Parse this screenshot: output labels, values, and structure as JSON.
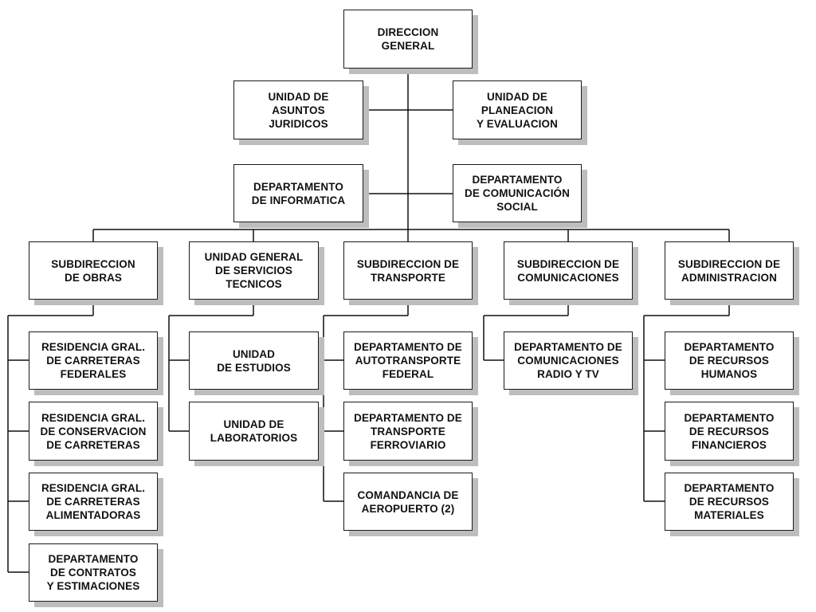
{
  "org_chart": {
    "direccion_general": "DIRECCION\nGENERAL",
    "asuntos_juridicos": "UNIDAD DE\nASUNTOS\nJURIDICOS",
    "planeacion": "UNIDAD DE\nPLANEACION\nY EVALUACION",
    "informatica": "DEPARTAMENTO\nDE INFORMATICA",
    "comunicacion_social": "DEPARTAMENTO\nDE COMUNICACIÓN\nSOCIAL",
    "sub_obras": "SUBDIRECCION\nDE OBRAS",
    "servicios_tecnicos": "UNIDAD GENERAL\nDE SERVICIOS\nTECNICOS",
    "sub_transporte": "SUBDIRECCION DE\nTRANSPORTE",
    "sub_comunicaciones": "SUBDIRECCION DE\nCOMUNICACIONES",
    "sub_administracion": "SUBDIRECCION DE\nADMINISTRACION",
    "obras": [
      "RESIDENCIA GRAL.\nDE CARRETERAS\nFEDERALES",
      "RESIDENCIA GRAL.\nDE CONSERVACION\nDE CARRETERAS",
      "RESIDENCIA GRAL.\nDE CARRETERAS\nALIMENTADORAS",
      "DEPARTAMENTO\nDE CONTRATOS\nY ESTIMACIONES"
    ],
    "servicios": [
      "UNIDAD\nDE ESTUDIOS",
      "UNIDAD DE\nLABORATORIOS"
    ],
    "transporte": [
      "DEPARTAMENTO DE\nAUTOTRANSPORTE\nFEDERAL",
      "DEPARTAMENTO DE\nTRANSPORTE\nFERROVIARIO",
      "COMANDANCIA DE\nAEROPUERTO (2)"
    ],
    "comunicaciones": [
      "DEPARTAMENTO DE\nCOMUNICACIONES\nRADIO Y TV"
    ],
    "administracion": [
      "DEPARTAMENTO\nDE RECURSOS\nHUMANOS",
      "DEPARTAMENTO\nDE RECURSOS\nFINANCIEROS",
      "DEPARTAMENTO\nDE RECURSOS\nMATERIALES"
    ]
  }
}
